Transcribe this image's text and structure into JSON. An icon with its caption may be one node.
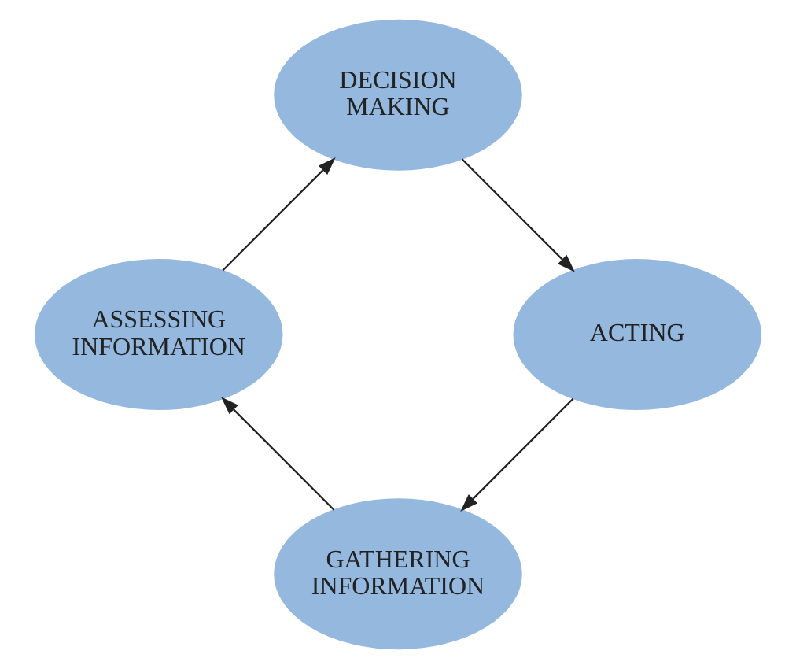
{
  "diagram": {
    "nodes": [
      {
        "text": [
          "GATHERING INFORMATION"
        ]
      },
      {
        "text": [
          "ASSESSING INFORMATION"
        ]
      },
      {
        "text": [
          "DECISION MAKING"
        ]
      },
      {
        "text": [
          "ACTING"
        ]
      }
    ],
    "edges": [
      {
        "from": 0,
        "to": 1,
        "arrow": "to"
      },
      {
        "from": 1,
        "to": 2,
        "arrow": "to"
      },
      {
        "from": 2,
        "to": 3,
        "arrow": "to"
      },
      {
        "from": 3,
        "to": 0,
        "arrow": "to"
      }
    ]
  }
}
